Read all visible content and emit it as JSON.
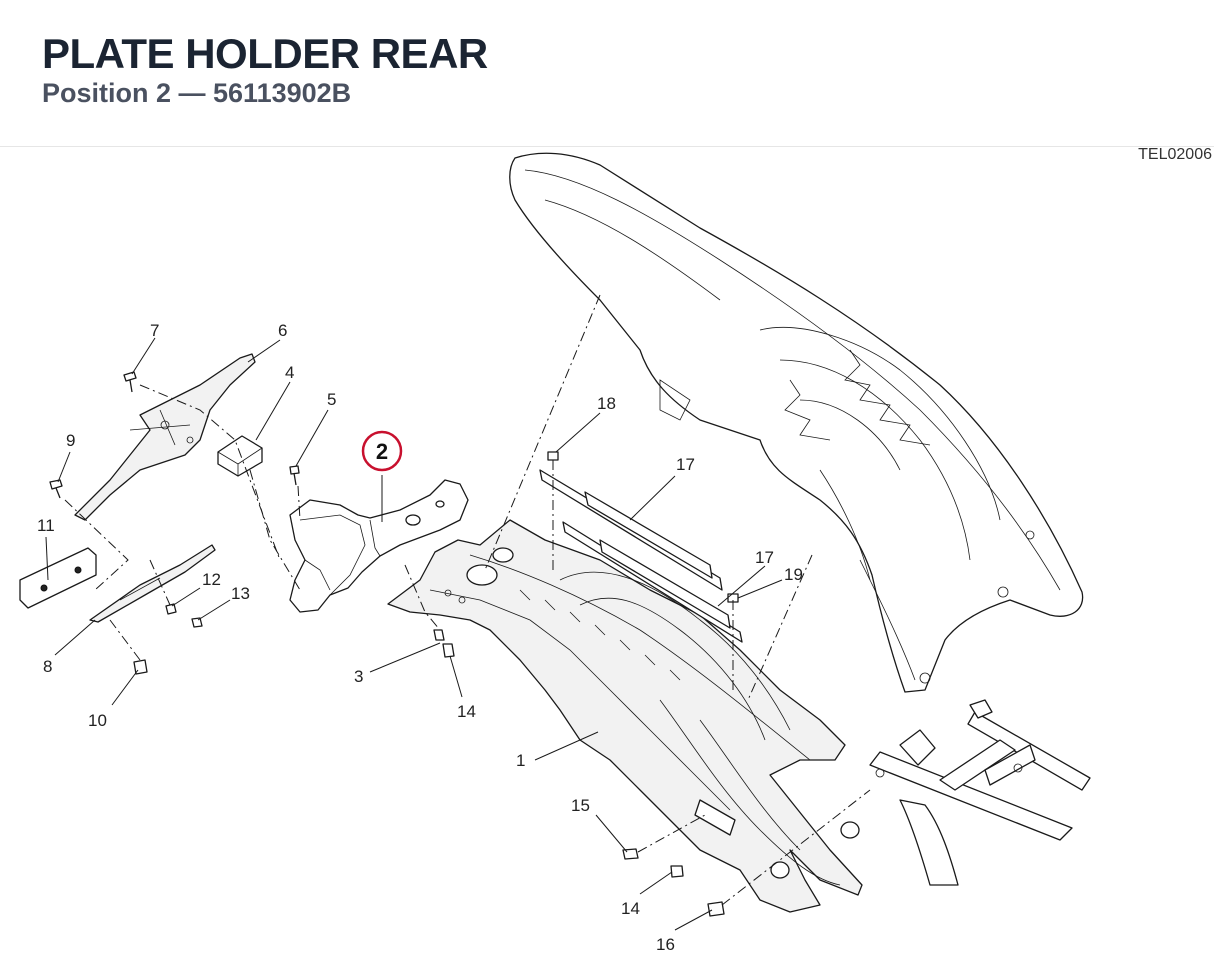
{
  "header": {
    "title": "PLATE HOLDER REAR",
    "subtitle": "Position 2 — 56113902B",
    "drawing_code": "TEL02006"
  },
  "highlight": {
    "label": "2",
    "color": "#c8102e"
  },
  "callouts": [
    {
      "id": "c1",
      "label": "1"
    },
    {
      "id": "c3",
      "label": "3"
    },
    {
      "id": "c4",
      "label": "4"
    },
    {
      "id": "c5",
      "label": "5"
    },
    {
      "id": "c6",
      "label": "6"
    },
    {
      "id": "c7",
      "label": "7"
    },
    {
      "id": "c8",
      "label": "8"
    },
    {
      "id": "c9",
      "label": "9"
    },
    {
      "id": "c10",
      "label": "10"
    },
    {
      "id": "c11",
      "label": "11"
    },
    {
      "id": "c12",
      "label": "12"
    },
    {
      "id": "c13",
      "label": "13"
    },
    {
      "id": "c14a",
      "label": "14"
    },
    {
      "id": "c14b",
      "label": "14"
    },
    {
      "id": "c15",
      "label": "15"
    },
    {
      "id": "c16",
      "label": "16"
    },
    {
      "id": "c17a",
      "label": "17"
    },
    {
      "id": "c17b",
      "label": "17"
    },
    {
      "id": "c18",
      "label": "18"
    },
    {
      "id": "c19",
      "label": "19"
    }
  ]
}
